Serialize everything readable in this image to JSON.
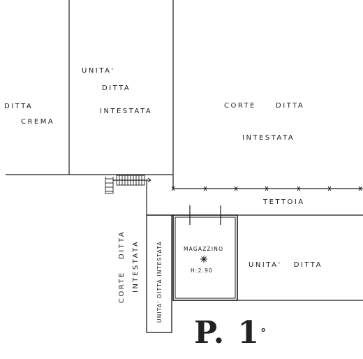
{
  "labels": {
    "ditta_crema_1": "DITTA",
    "ditta_crema_2": "CREMA",
    "unita_top_1": "UNITA'",
    "unita_top_2": "DITTA",
    "unita_top_3": "INTESTATA",
    "corte_top_1": "CORTE",
    "corte_top_2": "DITTA",
    "corte_top_3": "INTESTATA",
    "tettoia": "TETTOIA",
    "corte_left_1": "CORTE",
    "corte_left_2": "DITTA",
    "corte_left_3": "INTESTATA",
    "unita_strip": "UNITA' DITTA INTESTATA",
    "magazzino": "MAGAZZINO",
    "height": "H:2.90",
    "unita_right": "UNITA'   DITTA",
    "floor_main": "P. 1",
    "floor_sup": "°"
  },
  "colors": {
    "line": "#1a1a1a",
    "hatch": "#333333"
  }
}
